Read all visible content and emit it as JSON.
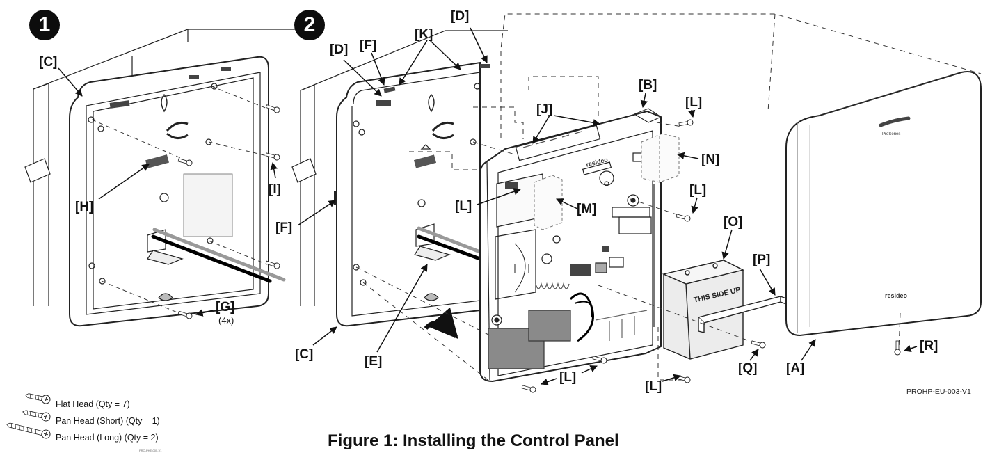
{
  "steps": [
    "1",
    "2"
  ],
  "callouts": {
    "c1": "[C]",
    "h": "[H]",
    "i": "[I]",
    "g": "[G]",
    "g_qty": "(4x)",
    "d1": "[D]",
    "f1": "[F]",
    "k": "[K]",
    "d2": "[D]",
    "b": "[B]",
    "l1": "[L]",
    "j": "[J]",
    "n": "[N]",
    "l2": "[L]",
    "f2": "[F]",
    "l3": "[L]",
    "m": "[M]",
    "o": "[O]",
    "p": "[P]",
    "c2": "[C]",
    "e": "[E]",
    "l4": "[L]",
    "l5": "[L]",
    "q": "[Q]",
    "a": "[A]",
    "r": "[R]"
  },
  "panel_brand": "resideo",
  "cover_brand": "resideo",
  "cover_series": "ProSeries",
  "battery_label": "THIS SIDE UP",
  "legend": [
    {
      "icon": "flat-head-screw-icon",
      "text": "Flat Head (Qty = 7)"
    },
    {
      "icon": "pan-head-short-screw-icon",
      "text": "Pan Head (Short) (Qty = 1)"
    },
    {
      "icon": "pan-head-long-screw-icon",
      "text": "Pan Head (Long) (Qty = 2)"
    }
  ],
  "legend_code": "PRO-PHE-005-V1",
  "doc_code": "PROHP-EU-003-V1",
  "caption": "Figure 1: Installing the Control Panel"
}
